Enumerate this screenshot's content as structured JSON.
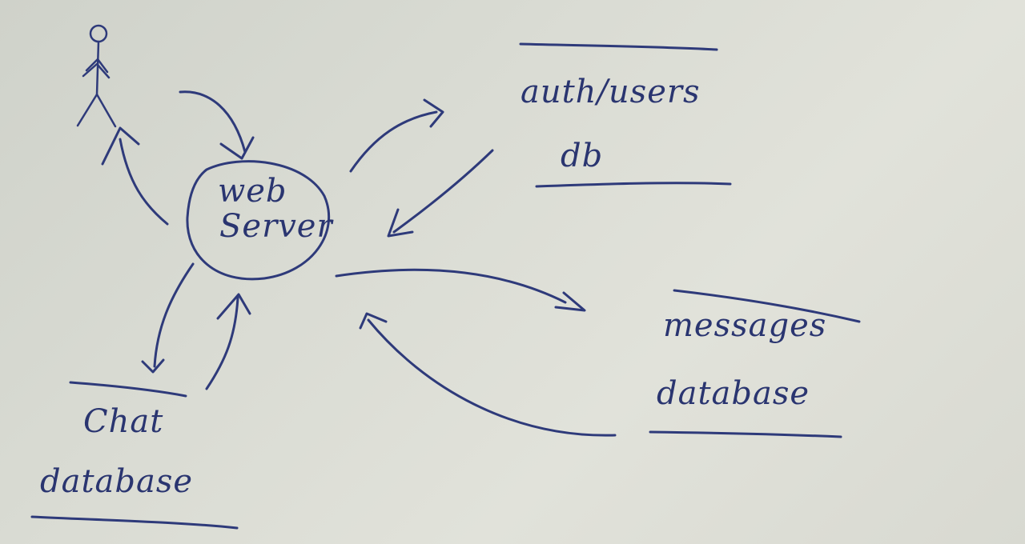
{
  "diagram": {
    "nodes": {
      "web_server": {
        "line1": "web",
        "line2": "Server"
      },
      "auth_db": {
        "line1": "auth/users",
        "line2": "db"
      },
      "messages_db": {
        "line1": "messages",
        "line2": "database"
      },
      "chat_db": {
        "line1": "Chat",
        "line2": "database"
      }
    },
    "ink_color": "#2e3a7a",
    "icons": [
      "stick-figure-user-icon"
    ]
  }
}
